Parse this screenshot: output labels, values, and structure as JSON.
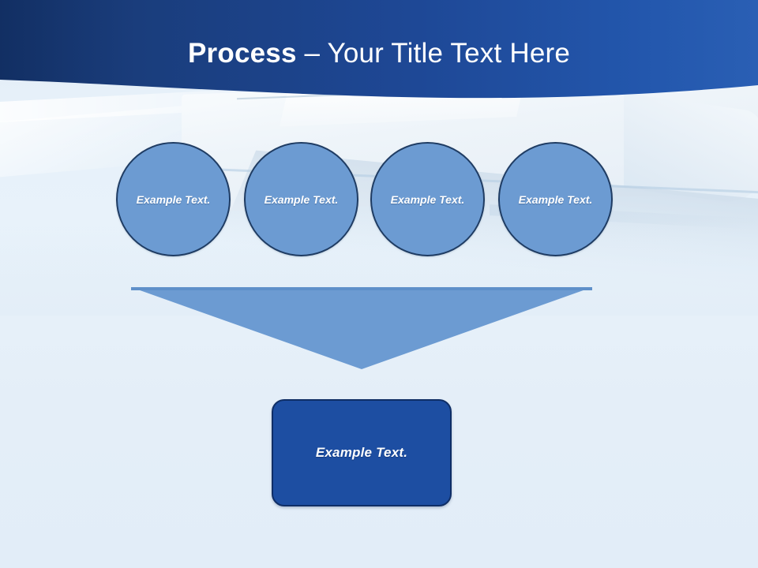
{
  "slide": {
    "title_bold": "Process",
    "title_separator": " – ",
    "title_rest": "Your Title Text Here",
    "background_color": "#e4eef8",
    "banner_color_left": "#1a3d7c",
    "banner_color_right": "#2357ad"
  },
  "process": {
    "steps": [
      {
        "label": "Example Text."
      },
      {
        "label": "Example Text."
      },
      {
        "label": "Example Text."
      },
      {
        "label": "Example Text."
      }
    ],
    "step_fill_color": "#6c9bd2",
    "step_border_color": "#1f3c63"
  },
  "arrow": {
    "name": "down-arrow",
    "fill_color": "#6c9bd2"
  },
  "result": {
    "label": "Example Text.",
    "fill_color": "#1d4ea2",
    "border_color": "#0f2e66"
  }
}
